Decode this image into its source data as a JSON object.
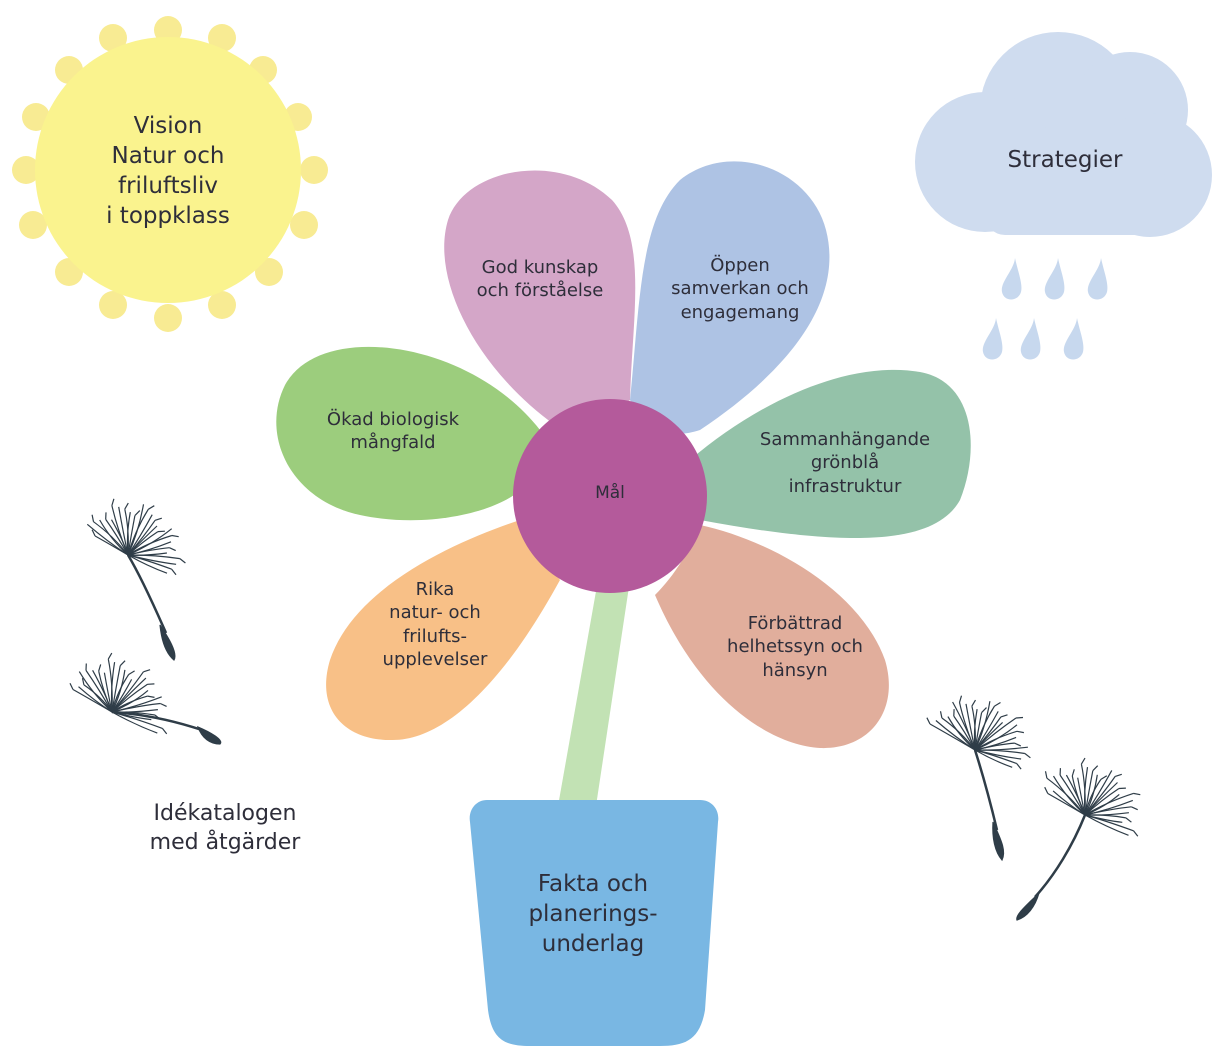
{
  "sun_label": "Vision\nNatur och\nfriluftsliv\ni toppklass",
  "cloud_label": "Strategier",
  "center_label": "Mål",
  "petals": [
    "God kunskap\noch förståelse",
    "Öppen\nsamverkan och\nengagemang",
    "Ökad biologisk\nmångfald",
    "Sammanhängande\ngrönblå\ninfrastruktur",
    "Rika\nnatur- och\nfrilufts-\nupplevelser",
    "Förbättrad\nhelhetssyn och\nhänsyn"
  ],
  "pot_label": "Fakta och\nplanerings-\nunderlag",
  "seeds_label": "Idékatalogen\nmed åtgärder",
  "colors": {
    "sun": "#faf38e",
    "cloud": "#cfdcef",
    "center": "#b45a9b",
    "pot": "#79b7e3",
    "stem": "#c2e2b4",
    "petal_god_kunskap": "#d4a6c8",
    "petal_oppen_samverkan": "#aec3e4",
    "petal_okad_biologisk": "#9ccd7d",
    "petal_sammanhangande": "#94c2a9",
    "petal_rika_natur": "#f8c087",
    "petal_forbattrad": "#e1ae9c",
    "seeds": "#2f3d48"
  }
}
